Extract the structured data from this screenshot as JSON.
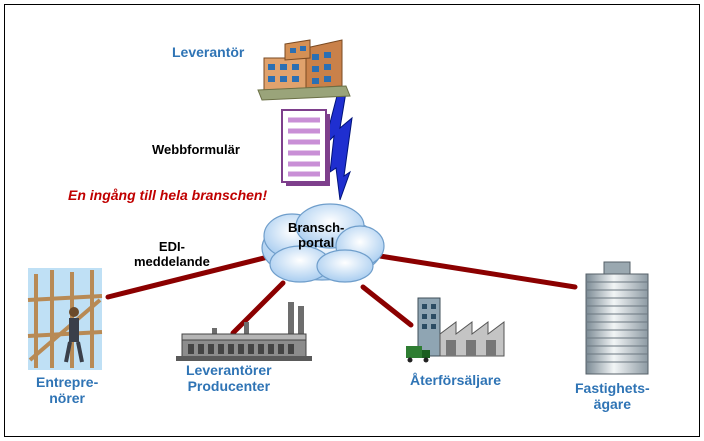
{
  "supplier_label": "Leverantör",
  "webform_label": "Webbformulär",
  "slogan": "En ingång till hela branschen!",
  "portal_label": "Bransch-\nportal",
  "edi_label": "EDI-\nmeddelande",
  "nodes": {
    "contractors": "Entrepre-\nnörer",
    "producers": "Leverantörer\nProducenter",
    "resellers": "Återförsäljare",
    "owners": "Fastighets-\nägare"
  },
  "colors": {
    "label_blue": "#2f74b5",
    "link_red": "#8b0000",
    "slogan_red": "#c00000",
    "lightning_blue": "#1f2fd0",
    "cloud": "#c9e0f7"
  }
}
